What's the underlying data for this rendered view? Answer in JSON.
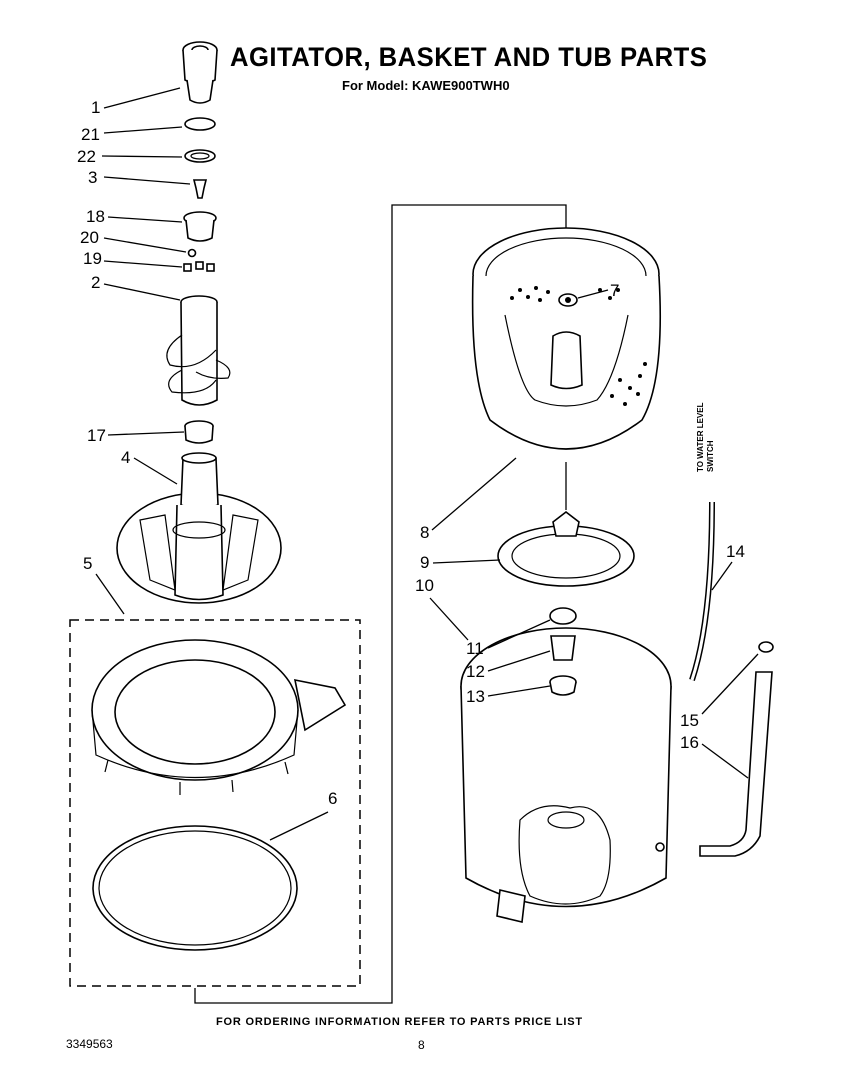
{
  "header": {
    "title": "AGITATOR, BASKET AND TUB PARTS",
    "subtitle": "For Model: KAWE900TWH0"
  },
  "side_note": {
    "line1": "TO WATER LEVEL",
    "line2": "SWITCH"
  },
  "callouts": [
    "1",
    "21",
    "22",
    "3",
    "18",
    "20",
    "19",
    "2",
    "17",
    "4",
    "5",
    "6",
    "7",
    "8",
    "9",
    "10",
    "11",
    "12",
    "13",
    "14",
    "15",
    "16"
  ],
  "footer": {
    "ordering_note": "FOR ORDERING INFORMATION REFER TO PARTS PRICE LIST",
    "document_number": "3349563",
    "page_number": "8"
  }
}
